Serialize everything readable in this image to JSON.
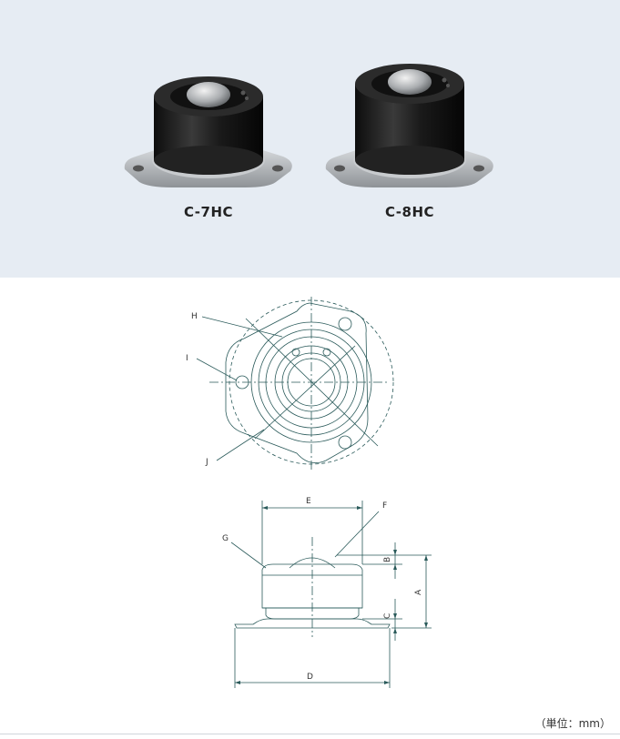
{
  "products": [
    {
      "model": "C-7HC"
    },
    {
      "model": "C-8HC"
    }
  ],
  "top_view_labels": {
    "h": "H",
    "i": "I",
    "j": "J"
  },
  "side_view_labels": {
    "e": "E",
    "f": "F",
    "g": "G",
    "b": "B",
    "a": "A",
    "c": "C",
    "d": "D"
  },
  "unit_note": "（単位：mm）",
  "colors": {
    "hero_bg": "#e6ecf3",
    "drawing_line": "#2a5a5a",
    "housing": "#1c1c1c",
    "flange": "#b9bcc0"
  }
}
